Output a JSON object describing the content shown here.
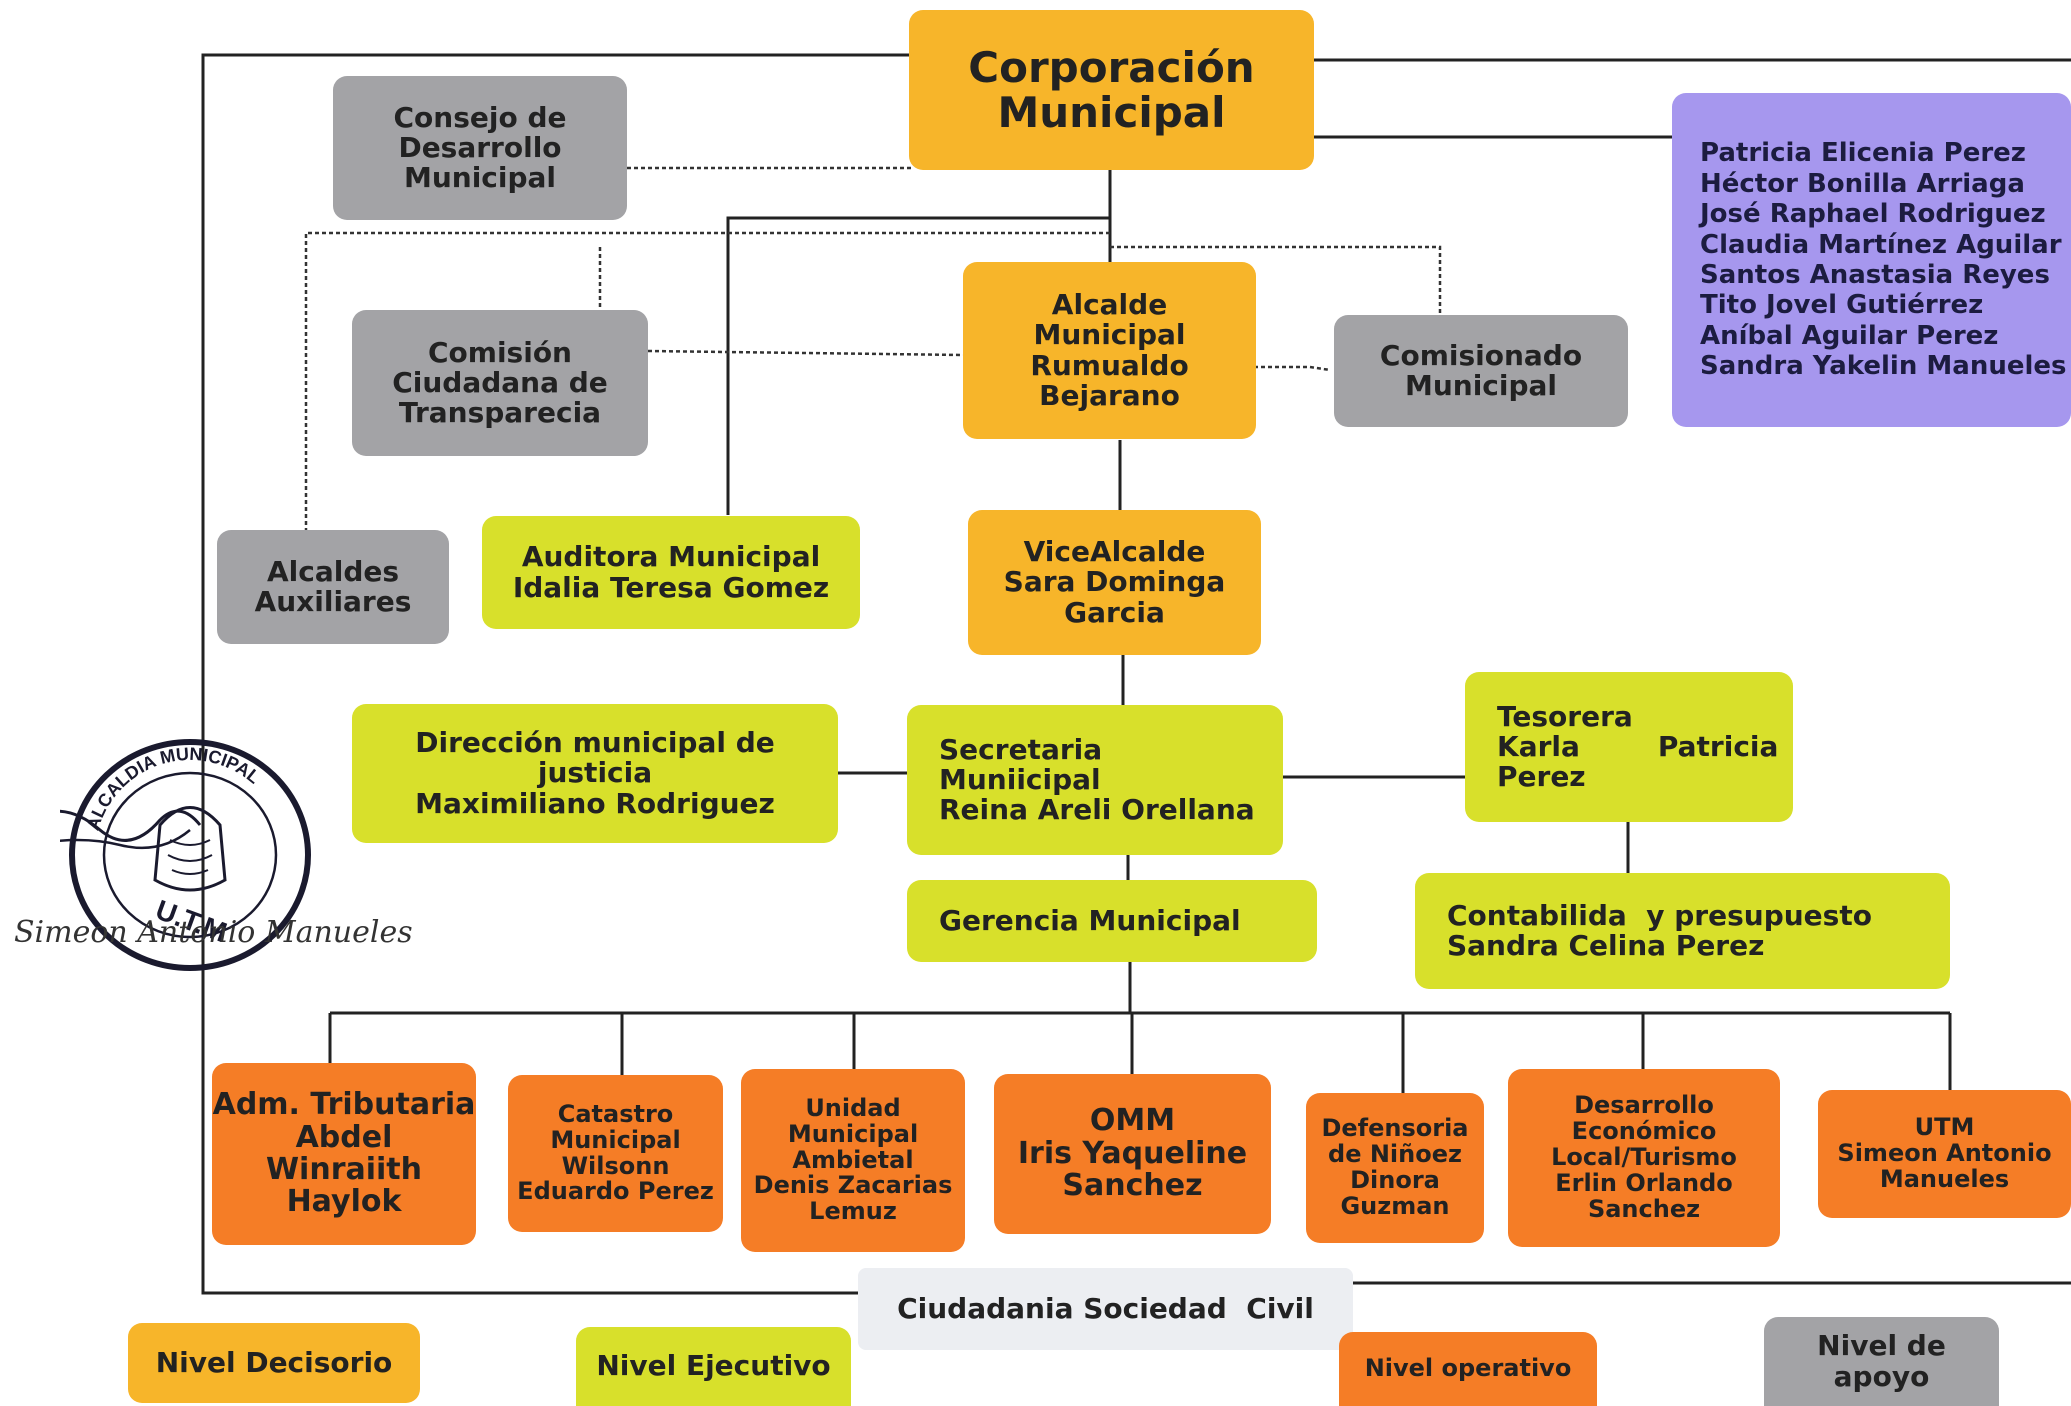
{
  "colors": {
    "decisorio": "#f7b52a",
    "ejecutivo": "#d8e02b",
    "operativo": "#f57d26",
    "apoyo": "#a3a3a6",
    "corporacion_members": "#a697ee",
    "sociedad_civil": "#eceef2"
  },
  "top": {
    "corporacion": [
      "Corporación",
      "Municipal"
    ],
    "members": [
      "Patricia Elicenia Perez",
      "Héctor Bonilla Arriaga",
      "José Raphael Rodriguez",
      "Claudia Martínez Aguilar",
      "Santos Anastasia Reyes",
      "Tito Jovel Gutiérrez",
      "Aníbal Aguilar Perez",
      "Sandra Yakelin Manueles"
    ]
  },
  "support": {
    "consejo": [
      "Consejo de",
      "Desarrollo",
      "Municipal"
    ],
    "comision": [
      "Comisión",
      "Ciudadana de",
      "Transparecia"
    ],
    "comisionado": [
      "Comisionado",
      "Municipal"
    ],
    "alcaldes_aux": [
      "Alcaldes",
      "Auxiliares"
    ]
  },
  "executive": {
    "alcalde": [
      "Alcalde",
      "Municipal",
      "Rumualdo",
      "Bejarano"
    ],
    "auditora": [
      "Auditora Municipal",
      "Idalia Teresa Gomez"
    ],
    "vicealcalde": [
      "ViceAlcalde",
      "Sara Dominga",
      "Garcia"
    ],
    "direccion": [
      "Dirección municipal de",
      "justicia",
      "Maximiliano Rodriguez"
    ],
    "secretaria": [
      "Secretaria",
      "Muniicipal",
      "Reina Areli Orellana"
    ],
    "tesorera": [
      "Tesorera",
      "Karla        Patricia",
      "Perez"
    ],
    "gerencia": [
      "Gerencia Municipal"
    ],
    "contabilidad": [
      "Contabilida  y presupuesto",
      "Sandra Celina Perez"
    ]
  },
  "operative": [
    [
      "Adm. Tributaria",
      "Abdel",
      "Winraiith",
      "Haylok"
    ],
    [
      "Catastro",
      "Municipal",
      "Wilsonn",
      "Eduardo Perez"
    ],
    [
      "Unidad",
      "Municipal",
      "Ambietal",
      "Denis Zacarias",
      "Lemuz"
    ],
    [
      "OMM",
      "Iris Yaqueline",
      "Sanchez"
    ],
    [
      "Defensoria",
      "de Niñoez",
      "Dinora",
      "Guzman"
    ],
    [
      "Desarrollo",
      "Económico",
      "Local/Turismo",
      "Erlin Orlando",
      "Sanchez"
    ],
    [
      "UTM",
      "Simeon Antonio",
      "Manueles"
    ]
  ],
  "ciudadania": "Ciudadania Sociedad  Civil",
  "legend": {
    "decisorio": "Nivel Decisorio",
    "ejecutivo": "Nivel Ejecutivo",
    "operativo": "Nivel operativo",
    "apoyo": [
      "Nivel de",
      "apoyo"
    ]
  },
  "stamp": {
    "arc_text": "ALCALDIA MUNICIPAL",
    "center_text": "U.T.M",
    "signature": "Simeon Antonio Manueles"
  }
}
